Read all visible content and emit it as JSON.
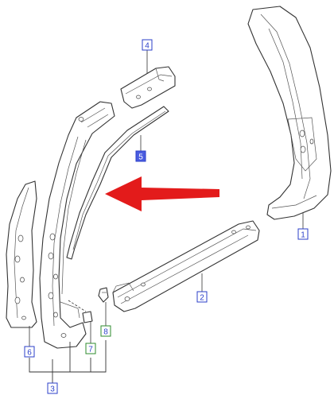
{
  "callouts": [
    {
      "id": "1",
      "label": "1",
      "style": "blue"
    },
    {
      "id": "2",
      "label": "2",
      "style": "blue"
    },
    {
      "id": "3",
      "label": "3",
      "style": "blue"
    },
    {
      "id": "4",
      "label": "4",
      "style": "blue"
    },
    {
      "id": "5",
      "label": "5",
      "style": "blue-filled"
    },
    {
      "id": "6",
      "label": "6",
      "style": "blue"
    },
    {
      "id": "7",
      "label": "7",
      "style": "green"
    },
    {
      "id": "8",
      "label": "8",
      "style": "green"
    }
  ],
  "colors": {
    "blue_outline": "#2b3fc9",
    "blue_fill": "#4a5ce0",
    "green_outline": "#2e8b2e",
    "arrow": "#e31b1b",
    "line": "#333333"
  },
  "arrow": {
    "direction": "left",
    "target_callout": "5"
  }
}
